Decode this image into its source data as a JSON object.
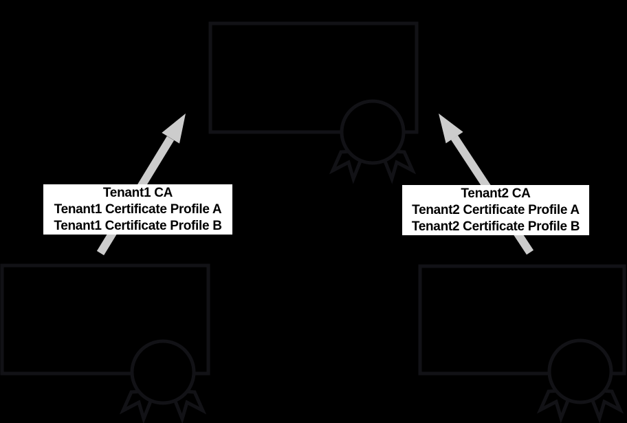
{
  "colors": {
    "background": "#000000",
    "stroke": "#121216",
    "arrow": "#cccccc",
    "label_bg": "#ffffff",
    "label_text": "#000000"
  },
  "labels": {
    "tenant1": {
      "lines": [
        "Tenant1 CA",
        "Tenant1 Certificate Profile A",
        "Tenant1 Certificate Profile B"
      ]
    },
    "tenant2": {
      "lines": [
        "Tenant2 CA",
        "Tenant2 Certificate Profile A",
        "Tenant2 Certificate Profile B"
      ]
    }
  },
  "structure": {
    "nodes": [
      "root-certificate",
      "tenant1-certificate",
      "tenant2-certificate"
    ],
    "edges": [
      {
        "from": "tenant1-certificate",
        "to": "root-certificate",
        "label": "Tenant1 CA / Tenant1 Certificate Profile A / Tenant1 Certificate Profile B"
      },
      {
        "from": "tenant2-certificate",
        "to": "root-certificate",
        "label": "Tenant2 CA / Tenant2 Certificate Profile A / Tenant2 Certificate Profile B"
      }
    ],
    "icon": "certificate-ribbon-icon"
  }
}
